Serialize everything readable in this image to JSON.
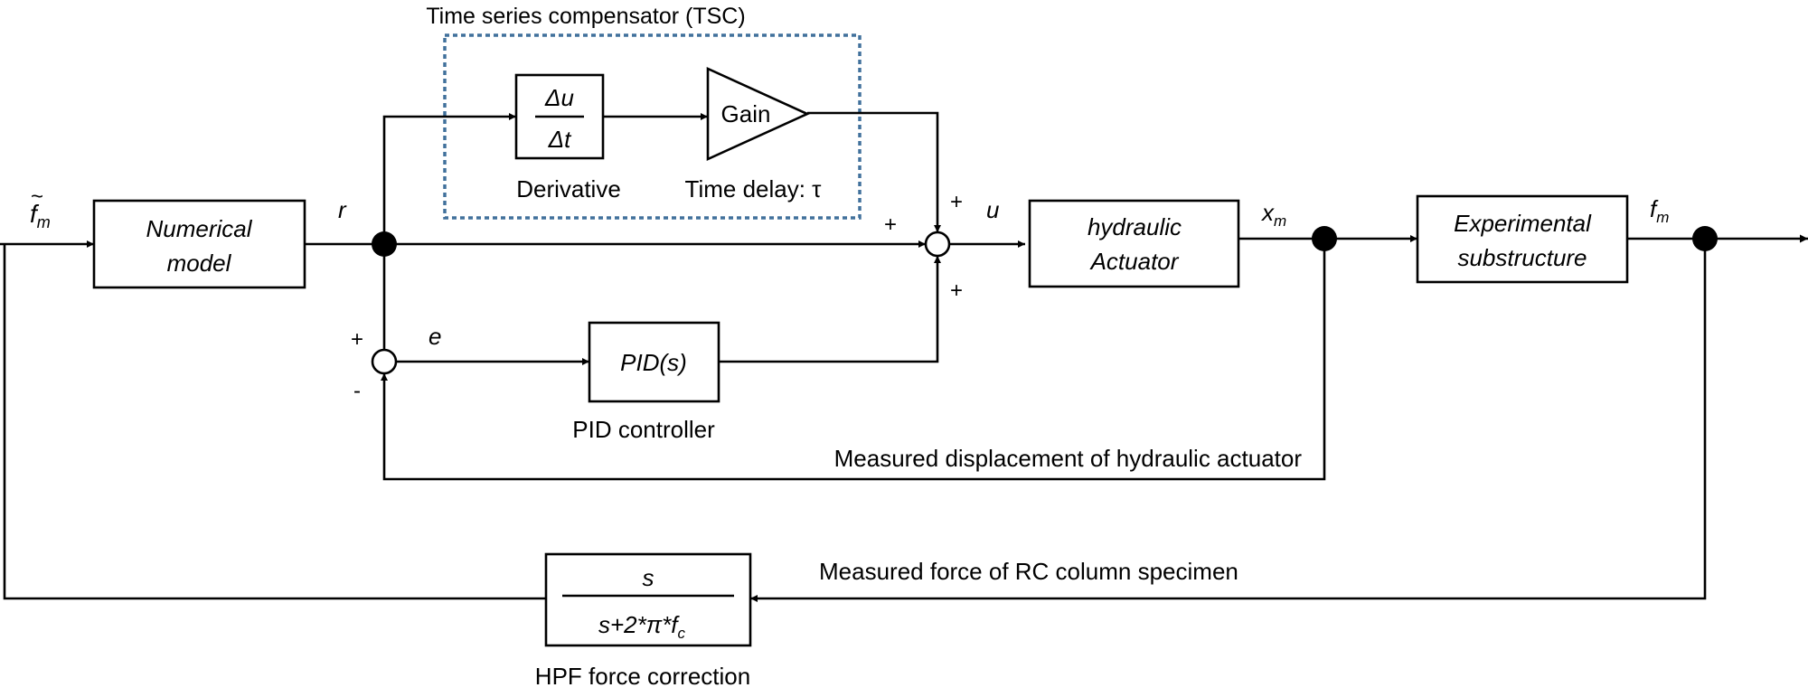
{
  "tsc_title": "Time series compensator (TSC)",
  "blocks": {
    "numerical_model": [
      "Numerical",
      "model"
    ],
    "derivative_num": "Δu",
    "derivative_den": "Δt",
    "gain": "Gain",
    "hydraulic_actuator": [
      "hydraulic",
      "Actuator"
    ],
    "experimental_substructure": [
      "Experimental",
      "substructure"
    ],
    "pid": "PID(s)",
    "hpf_num": "s",
    "hpf_den": "s+2*π*f",
    "hpf_den_sub": "c"
  },
  "captions": {
    "derivative": "Derivative",
    "time_delay": "Time delay: τ",
    "pid_controller": "PID controller",
    "hpf_correction": "HPF force correction",
    "measured_displacement": "Measured displacement of hydraulic actuator",
    "measured_force": "Measured force of RC column specimen"
  },
  "signals": {
    "f_m_tilde_base": "f",
    "f_m_tilde_accent": "~",
    "f_m_tilde_sub": "m",
    "r": "r",
    "u": "u",
    "e": "e",
    "x_m_base": "x",
    "x_m_sub": "m",
    "f_m_base": "f",
    "f_m_sub": "m"
  },
  "signs": {
    "sum_top": "+",
    "sum_left": "+",
    "sum_bottom": "+",
    "err_plus": "+",
    "err_minus": "-"
  },
  "colors": {
    "tsc_border": "#41719c",
    "line": "#000000"
  }
}
